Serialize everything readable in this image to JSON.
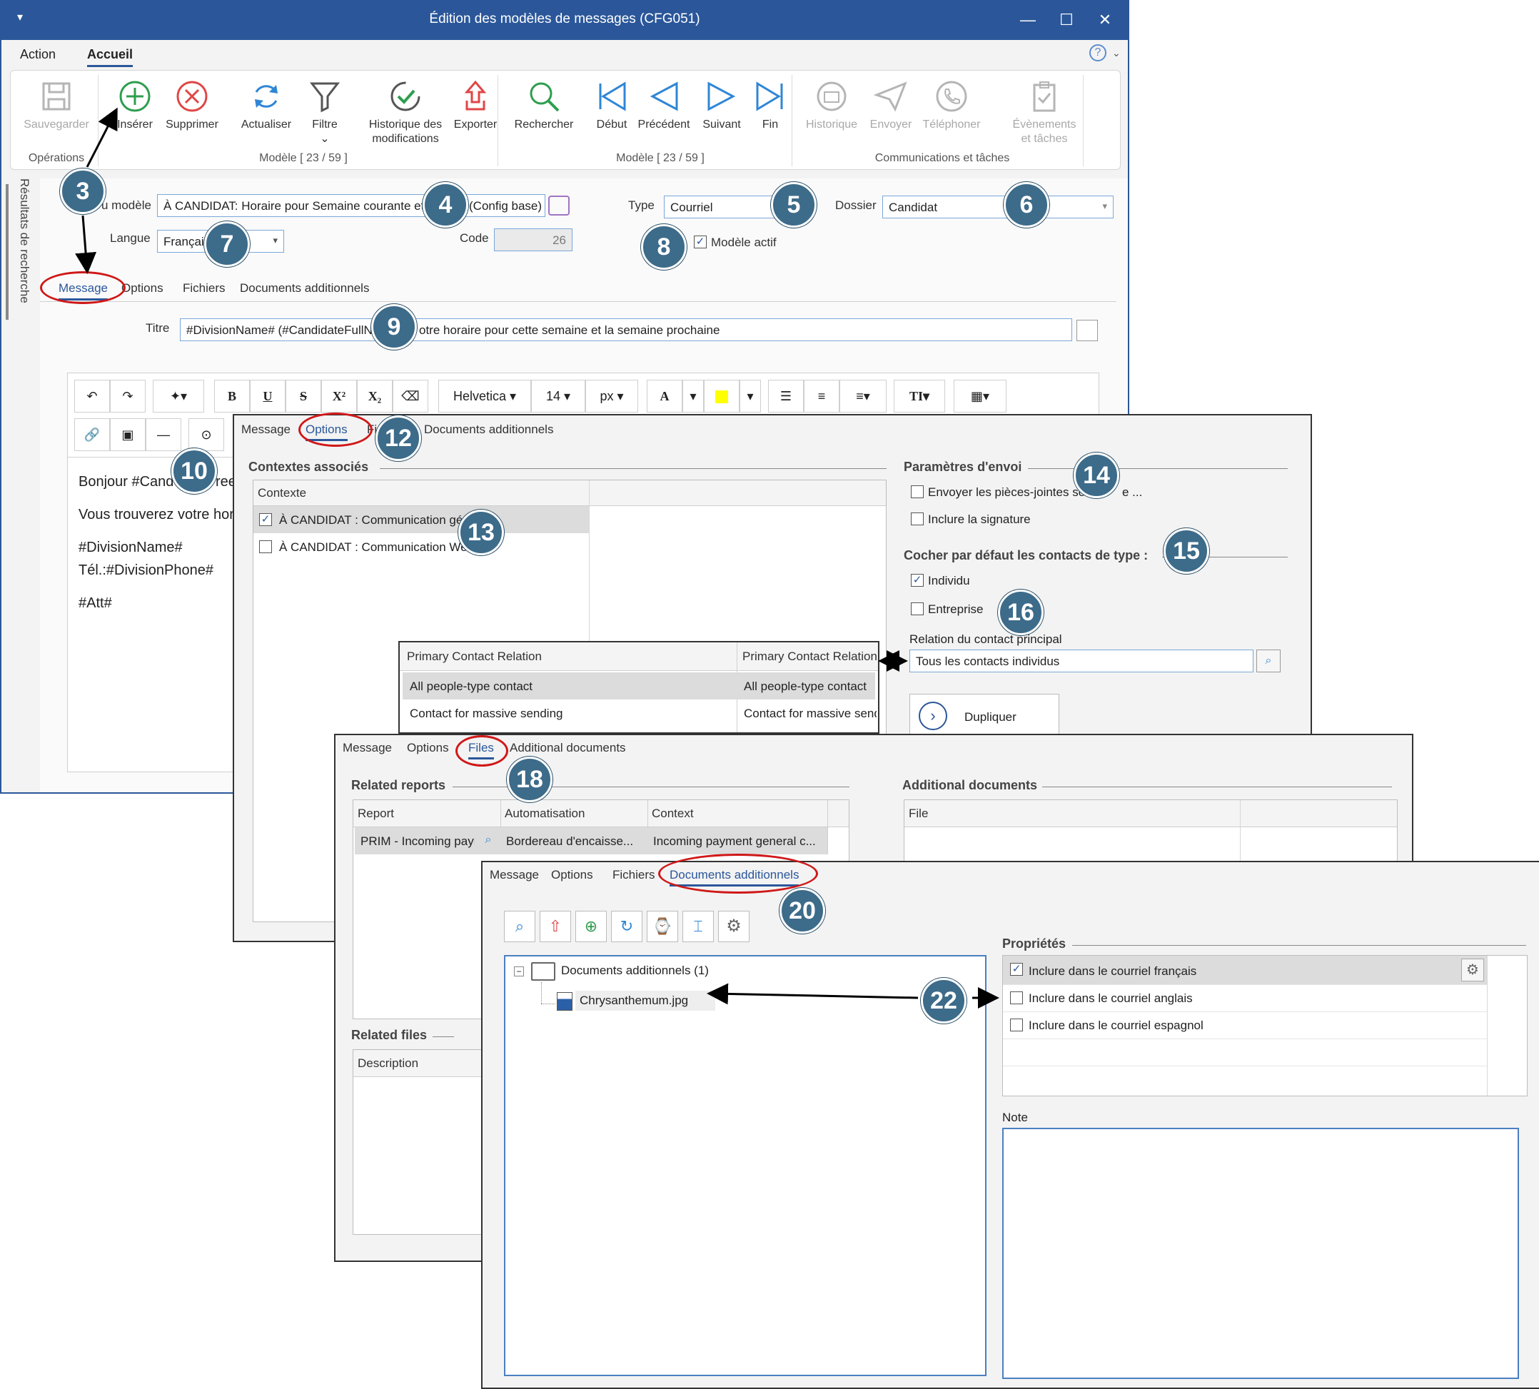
{
  "window": {
    "title": "Édition des modèles de messages (CFG051)",
    "menu": [
      "Action",
      "Accueil"
    ]
  },
  "ribbon": {
    "buttons": {
      "save": "Sauvegarder",
      "insert": "Insérer",
      "delete": "Supprimer",
      "refresh": "Actualiser",
      "filter": "Filtre",
      "history_line1": "Historique des",
      "history_line2": "modifications",
      "export": "Exporter",
      "search": "Rechercher",
      "first": "Début",
      "previous": "Précédent",
      "next": "Suivant",
      "last": "Fin",
      "comm_history": "Historique",
      "send": "Envoyer",
      "phone": "Téléphoner",
      "events_line1": "Évènements",
      "events_line2": "et tâches"
    },
    "groups": {
      "operations": "Opérations",
      "model1": "Modèle [ 23 / 59 ]",
      "model2": "Modèle [ 23 / 59 ]",
      "comm": "Communications et tâches"
    }
  },
  "side_panel": "Résultats de recherche",
  "form": {
    "model_label": "u modèle",
    "model_value": "À CANDIDAT: Horaire pour Semaine courante et s",
    "model_suffix": "(Config base)",
    "type_label": "Type",
    "type_value": "Courriel",
    "folder_label": "Dossier",
    "folder_value": "Candidat",
    "language_label": "Langue",
    "language_value": "Françai",
    "code_label": "Code",
    "code_value": "26",
    "active_label": "Modèle actif",
    "title_label": "Titre",
    "title_value_a": "#DivisionName# (#CandidateFullNa",
    "title_value_b": "otre horaire pour cette semaine et la semaine prochaine"
  },
  "tabs_fr": {
    "message": "Message",
    "options": "Options",
    "files": "Fichiers",
    "docs": "Documents additionnels"
  },
  "editor": {
    "font": "Helvetica",
    "size": "14",
    "unit": "px",
    "lines": [
      "Bonjour #Cand",
      "Vous trouverez votre hor",
      "#DivisionName#",
      "Tél.:#DivisionPhone#",
      "#Att#"
    ],
    "line1_tail": "ree"
  },
  "options_panel": {
    "tab_message": "Message",
    "tab_options": "Options",
    "tab_files_partial": "Fi",
    "tab_docs": "Documents additionnels",
    "contexts_title": "Contextes associés",
    "context_header": "Contexte",
    "contexts": [
      "À CANDIDAT : Communication gén",
      "À CANDIDAT : Communication Web"
    ],
    "send_params_title": "Paramètres d'envoi",
    "send_attach": "Envoyer les pièces-jointes so",
    "send_attach_tail": "e ...",
    "include_signature": "Inclure la signature",
    "default_contacts_title": "Cocher par défaut les contacts de type :",
    "individual": "Individu",
    "company": "Entreprise",
    "relation_label": "Relation du contact principal",
    "relation_value": "Tous les contacts individus",
    "duplicate": "Dupliquer"
  },
  "pcr_popup": {
    "headers": [
      "Primary Contact Relation",
      "Primary Contact Relation"
    ],
    "rows": [
      [
        "All people-type contact",
        "All people-type contact"
      ],
      [
        "Contact for massive sending",
        "Contact for massive send"
      ]
    ]
  },
  "files_panel": {
    "tabs": [
      "Message",
      "Options",
      "Files",
      "Additional documents"
    ],
    "related_reports": "Related reports",
    "headers": [
      "Report",
      "Automatisation",
      "Context"
    ],
    "row": [
      "PRIM - Incoming payr",
      "Bordereau d'encaisse...",
      "Incoming payment general c..."
    ],
    "additional_documents": "Additional documents",
    "file_header": "File",
    "related_files": "Related files",
    "description_header": "Description"
  },
  "docs_panel": {
    "tabs": [
      "Message",
      "Options",
      "Fichiers",
      "Documents additionnels"
    ],
    "tree_root": "Documents additionnels (1)",
    "tree_child": "Chrysanthemum.jpg",
    "properties_title": "Propriétés",
    "props": [
      "Inclure dans le courriel français",
      "Inclure dans le courriel anglais",
      "Inclure dans le courriel espagnol"
    ],
    "note_label": "Note"
  },
  "callouts": [
    "3",
    "4",
    "5",
    "6",
    "7",
    "8",
    "9",
    "10",
    "12",
    "13",
    "14",
    "15",
    "16",
    "18",
    "20",
    "22"
  ]
}
